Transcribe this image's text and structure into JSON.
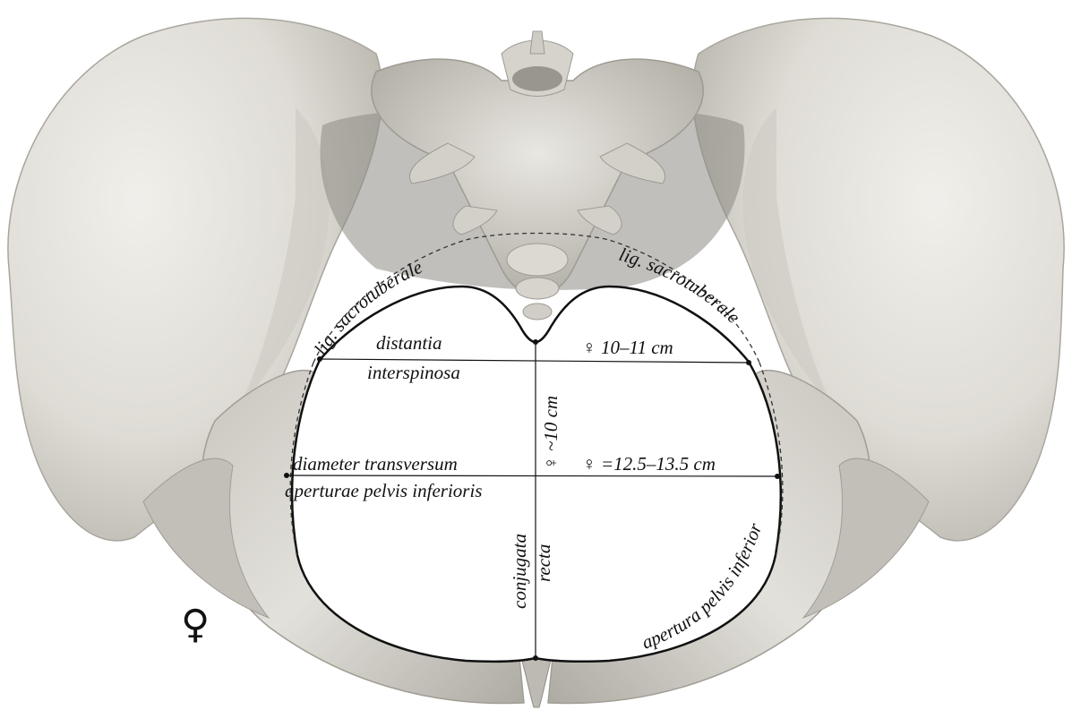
{
  "labels": {
    "lig_left": "lig. sacrotuberale",
    "lig_right": "lig. sacrotuberale",
    "distantia_1": "distantia",
    "distantia_2": "interspinosa",
    "interspinosa_value": "♀ 10–11 cm",
    "conjugata_value": "♀ ~10 cm",
    "transversum_1": "diameter transversum",
    "transversum_2": "aperturae pelvis inferioris",
    "transversum_value": "♀ =12.5–13.5 cm",
    "conjugata_1": "conjugata",
    "conjugata_2": "recta",
    "apertura": "apertura pelvis inferior",
    "female_symbol": "♀"
  },
  "colors": {
    "bone": "#e4e2dc",
    "bone_shadow": "#b9b6ae",
    "bone_dark": "#8f8c85",
    "line": "#111111",
    "background": "#ffffff"
  }
}
